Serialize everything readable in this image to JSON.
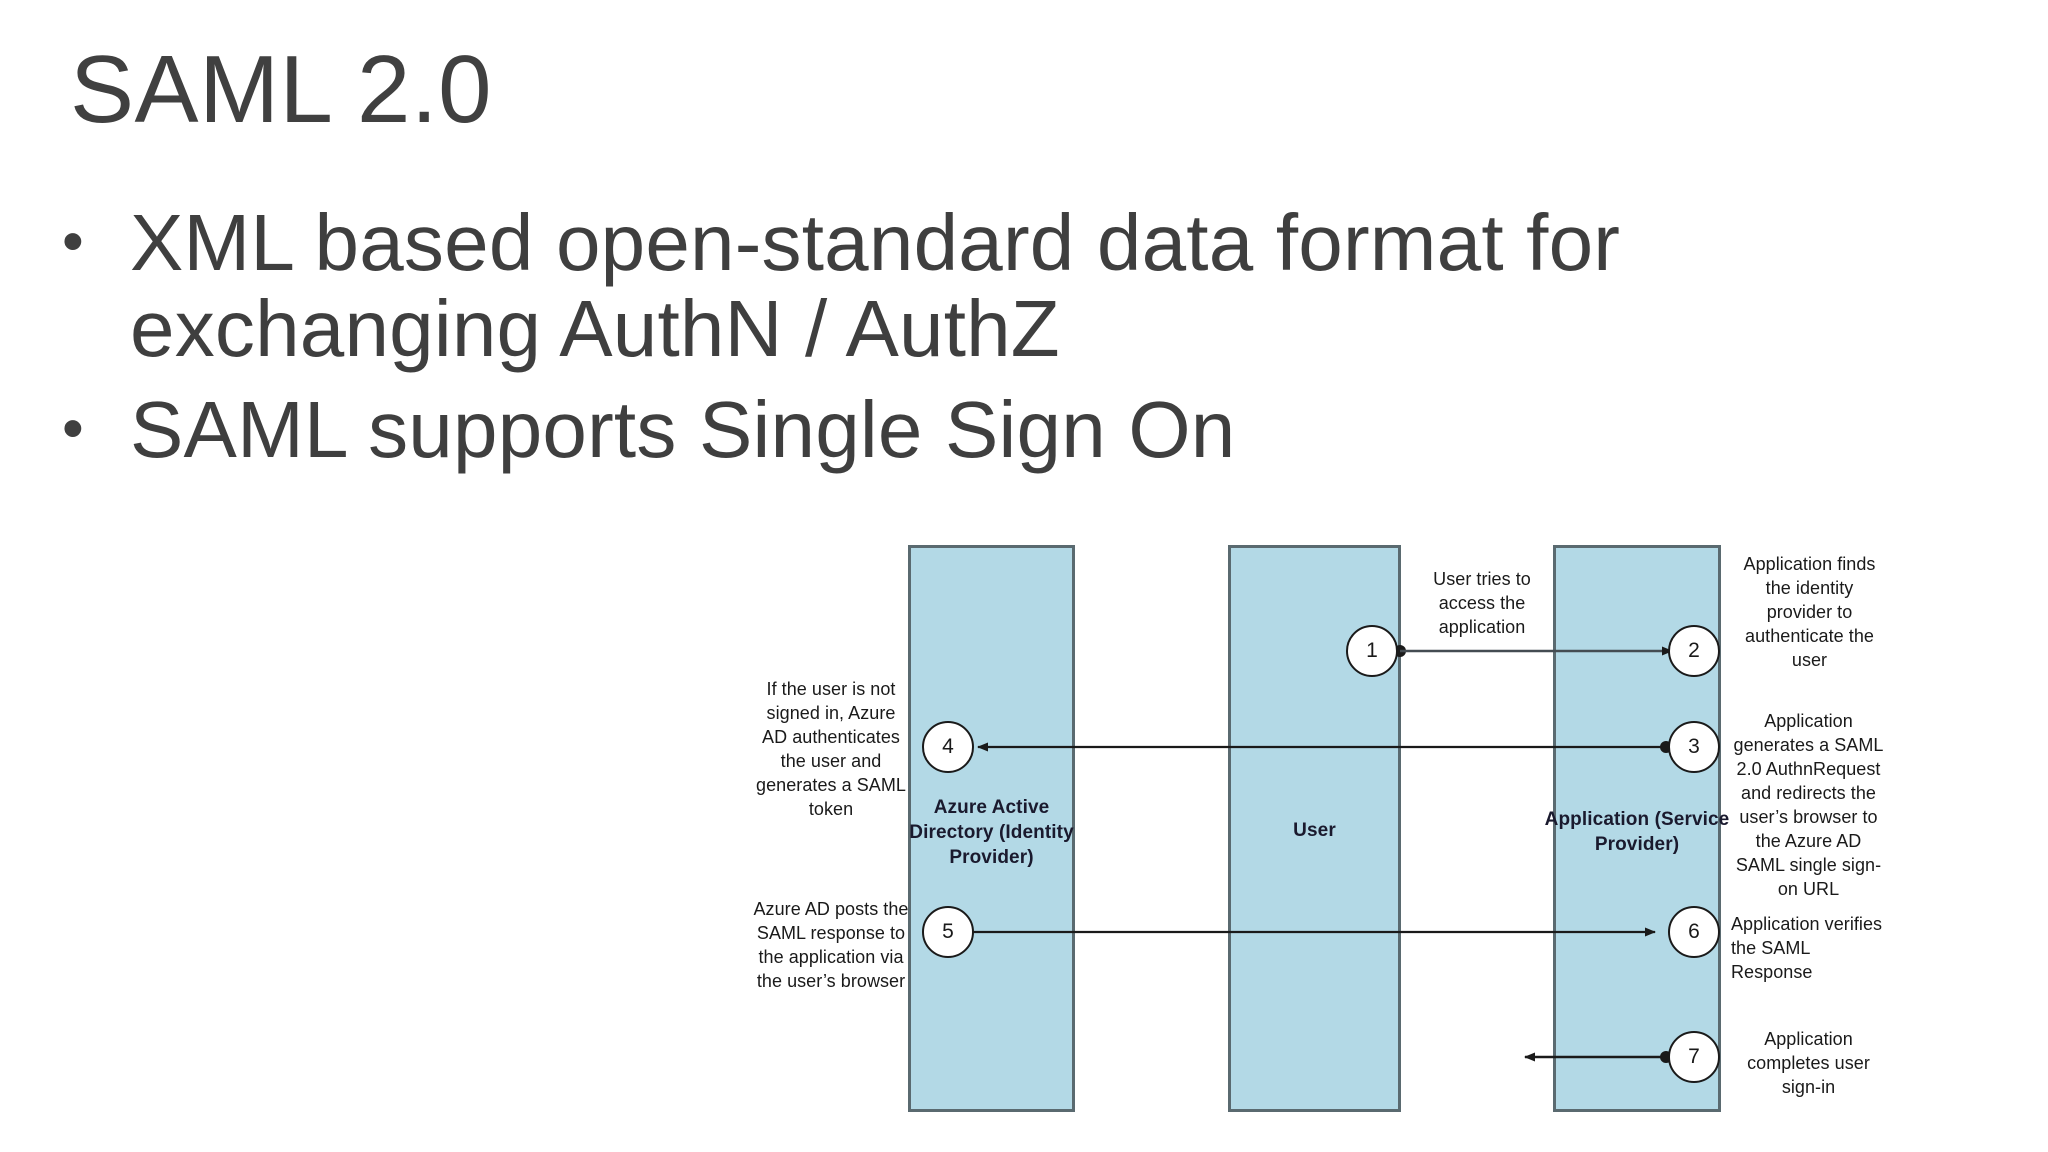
{
  "slide": {
    "title": "SAML 2.0",
    "bullet_mark": "•",
    "bullets": [
      "XML based open-standard data format for exchanging AuthN / AuthZ",
      "SAML supports Single Sign On"
    ]
  },
  "diagram": {
    "lanes": [
      {
        "id": "idp",
        "label": "Azure Active Directory (Identity Provider)"
      },
      {
        "id": "user",
        "label": "User"
      },
      {
        "id": "sp",
        "label": "Application (Service Provider)"
      }
    ],
    "steps": [
      {
        "number": "1"
      },
      {
        "number": "2"
      },
      {
        "number": "3"
      },
      {
        "number": "4"
      },
      {
        "number": "5"
      },
      {
        "number": "6"
      },
      {
        "number": "7"
      }
    ],
    "notes": {
      "step1": "User tries to access the application",
      "step2": "Application finds the identity provider to authenticate the user",
      "step3": "Application generates a SAML 2.0 AuthnRequest and redirects the user’s browser to the Azure AD SAML single sign-on URL",
      "step4": "If the user is not signed in, Azure AD authenticates the user and generates a SAML token",
      "step5": "Azure AD posts the SAML response to the application via the user’s browser",
      "step6": "Application verifies the SAML Response",
      "step7": "Application completes user sign-in"
    },
    "colors": {
      "lane_fill": "#b3d9e6",
      "lane_border": "#5a6a70",
      "arrow": "#1a1a1a",
      "text": "#1a1a2e"
    }
  }
}
